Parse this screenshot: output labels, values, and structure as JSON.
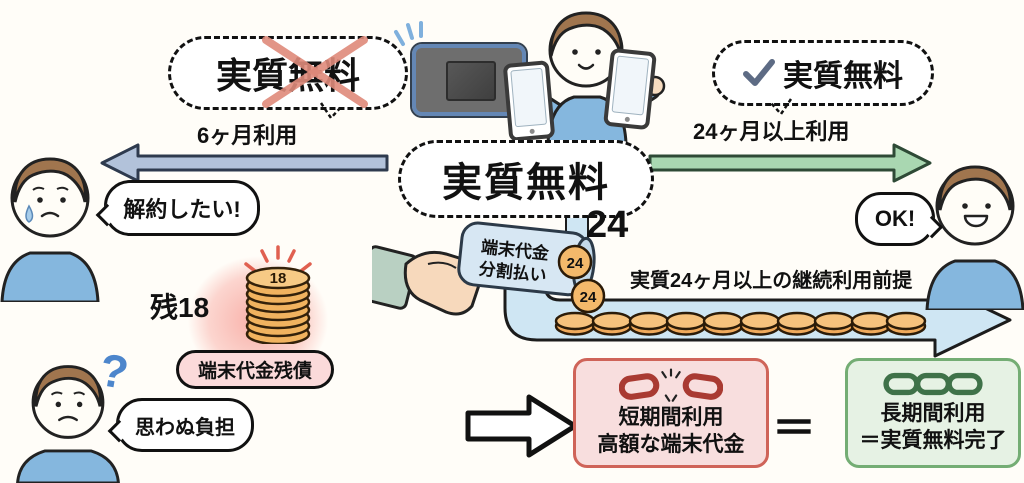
{
  "badges": {
    "crossed": {
      "label": "実質無料"
    },
    "checked": {
      "label": "実質無料"
    }
  },
  "timeline": {
    "left_label": "6ヶ月利用",
    "right_label": "24ヶ月以上利用"
  },
  "center": {
    "oval_label": "実質無料",
    "jar_line1": "端末代金",
    "jar_line2": "分割払い",
    "big_number": "24",
    "coin_number": "24",
    "payment_caption": "実質24ヶ月以上の継続利用前提"
  },
  "left_story": {
    "cancel_bubble": "解約したい!",
    "question_mark": "?",
    "burden_bubble": "思わぬ負担",
    "remaining_label": "残18",
    "coin_top_number": "18",
    "debt_pill": "端末代金残債"
  },
  "right_story": {
    "ok_bubble": "OK!"
  },
  "conclusion": {
    "red_line1": "短期間利用",
    "red_line2": "高額な端末代金",
    "equals": "＝",
    "green_line1": "長期間利用",
    "green_line2": "＝実質無料完了"
  },
  "colors": {
    "left_arrow": "#b2c2da",
    "right_arrow": "#a9d7b1",
    "big_arrow": "#cfe6f3",
    "coin": "#f1b35f",
    "alert_red": "#cf6459",
    "success_green": "#74ad74",
    "shirt_blue": "#85b7de",
    "cross_red": "#df8a7b",
    "check_gray": "#5d6b84"
  }
}
